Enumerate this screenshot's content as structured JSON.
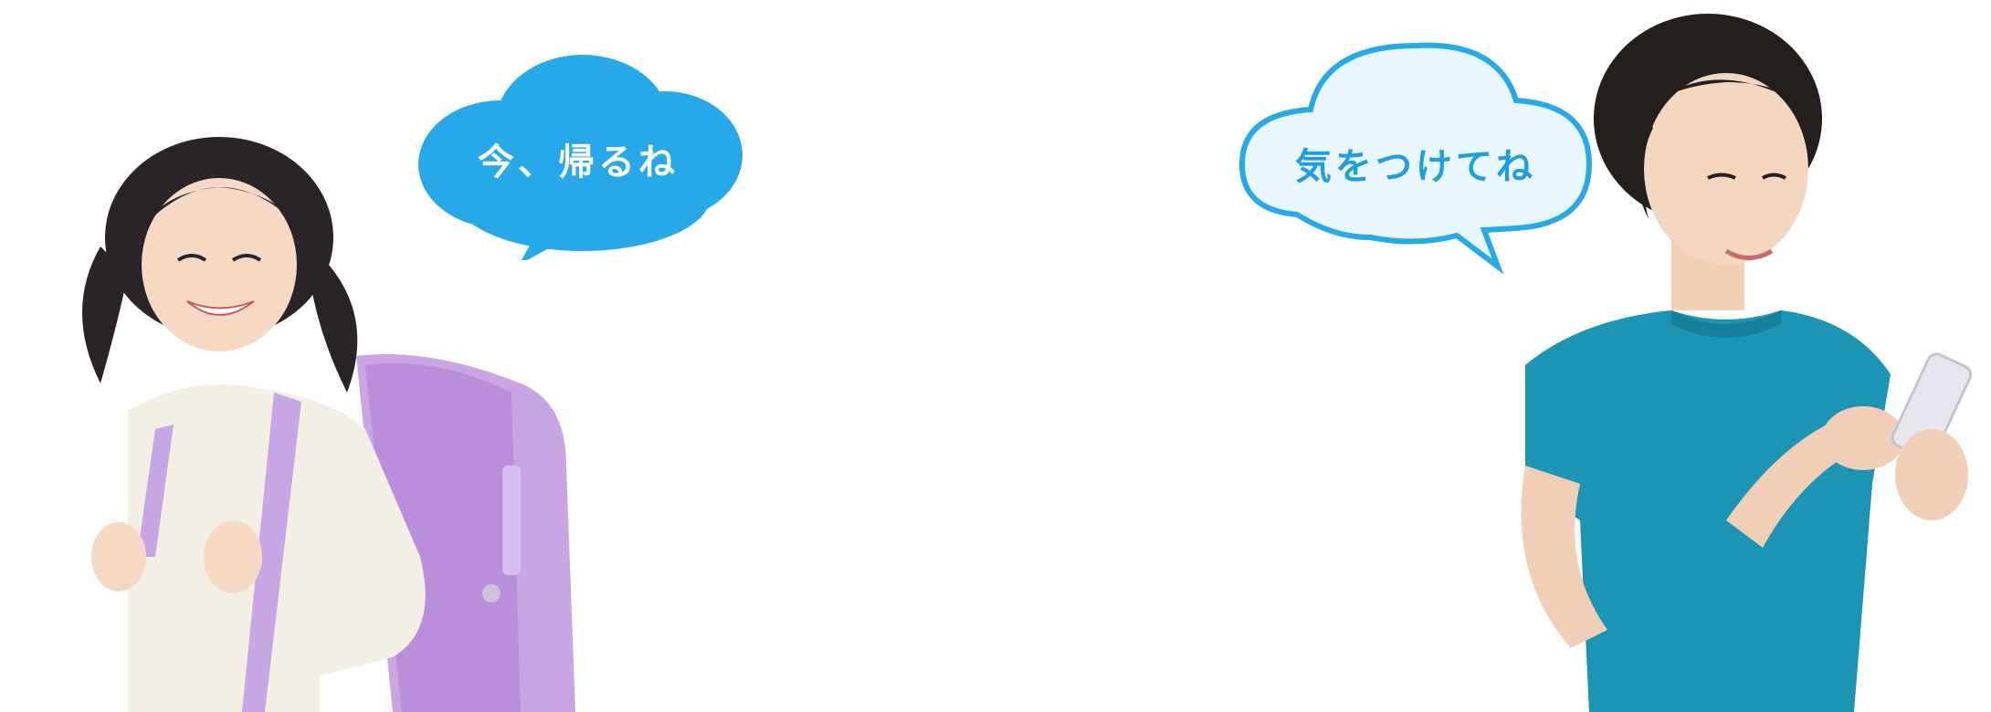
{
  "bubbles": {
    "child_message": "今、帰るね",
    "parent_message": "気をつけてね"
  },
  "colors": {
    "bubble_blue": "#27a8e8",
    "bubble_light": "#e8f6fd",
    "bubble_outline": "#27a8e8",
    "parent_text": "#1e9ee0",
    "shirt_teal": "#1b95b3",
    "backpack_lavender": "#c6a3e0"
  },
  "figures": {
    "left": "girl-with-backpack",
    "right": "woman-with-smartphone"
  }
}
